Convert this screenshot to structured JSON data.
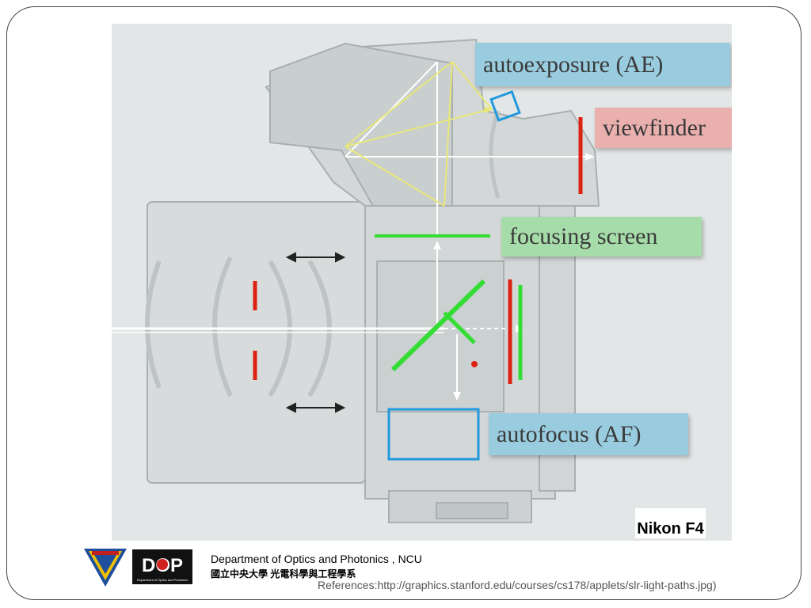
{
  "callouts": {
    "autoexposure": "autoexposure (AE)",
    "viewfinder": "viewfinder",
    "focusing_screen": "focusing screen",
    "autofocus": "autofocus (AF)"
  },
  "model_label": "Nikon F4",
  "footer": {
    "department_en": "Department of Optics and Photonics , NCU",
    "department_zh": "國立中央大學 光電科學與工程學系",
    "references": "References:http://graphics.stanford.edu/courses/cs178/applets/slr-light-paths.jpg)"
  },
  "logos": {
    "dop_text": "DOP",
    "dop_caption": "Department of Optics and Photonics"
  },
  "colors": {
    "ae_box": "#99ccdf",
    "viewfinder_box": "#eab0ae",
    "focusing_box": "#a6dcaa",
    "af_box": "#99ccdf",
    "mirror_green": "#33dd33",
    "sensor_red": "#dd2211",
    "af_blue": "#2299dd",
    "ae_yellow": "#e8e87a"
  }
}
